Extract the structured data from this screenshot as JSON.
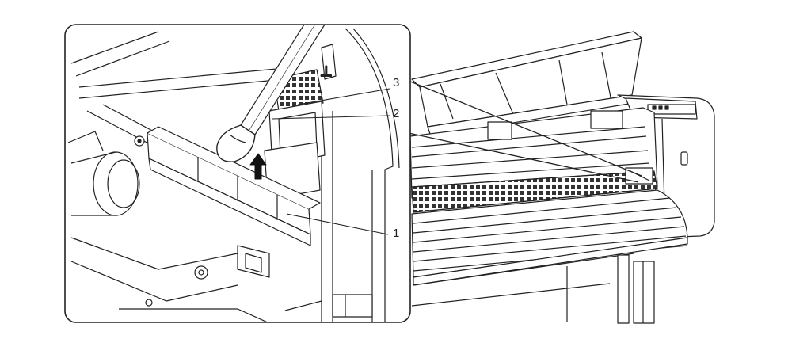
{
  "figure": {
    "subject": "printer-maintenance-illustration",
    "callouts": [
      {
        "id": "1",
        "label": "1"
      },
      {
        "id": "2",
        "label": "2"
      },
      {
        "id": "3",
        "label": "3"
      }
    ],
    "colors": {
      "line": "#222222",
      "background": "#ffffff",
      "hatch": "#333333"
    }
  }
}
